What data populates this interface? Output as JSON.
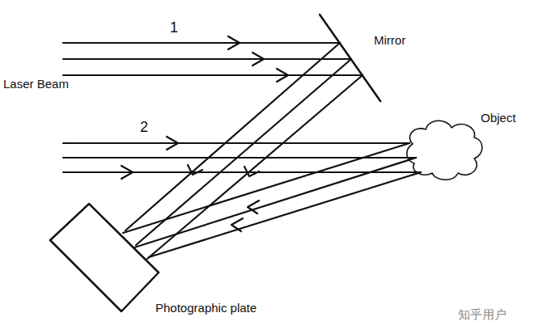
{
  "diagram": {
    "labels": [
      "1",
      "Laser Beam",
      "Mirror",
      "2",
      "Object",
      "Photographic plate",
      "知乎用户"
    ]
  }
}
